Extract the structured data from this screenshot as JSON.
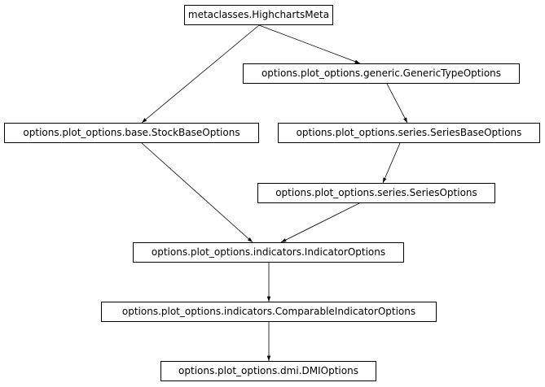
{
  "diagram": {
    "nodes": {
      "metaclasses": "metaclasses.HighchartsMeta",
      "generic": "options.plot_options.generic.GenericTypeOptions",
      "stockbase": "options.plot_options.base.StockBaseOptions",
      "seriesbase": "options.plot_options.series.SeriesBaseOptions",
      "seriesoptions": "options.plot_options.series.SeriesOptions",
      "indicator": "options.plot_options.indicators.IndicatorOptions",
      "comparable": "options.plot_options.indicators.ComparableIndicatorOptions",
      "dmi": "options.plot_options.dmi.DMIOptions"
    },
    "edges": [
      [
        "metaclasses",
        "generic"
      ],
      [
        "metaclasses",
        "stockbase"
      ],
      [
        "generic",
        "seriesbase"
      ],
      [
        "seriesbase",
        "seriesoptions"
      ],
      [
        "stockbase",
        "indicator"
      ],
      [
        "seriesoptions",
        "indicator"
      ],
      [
        "indicator",
        "comparable"
      ],
      [
        "comparable",
        "dmi"
      ]
    ],
    "colors": {
      "stroke": "#000000",
      "background": "#ffffff",
      "text": "#000000"
    }
  }
}
